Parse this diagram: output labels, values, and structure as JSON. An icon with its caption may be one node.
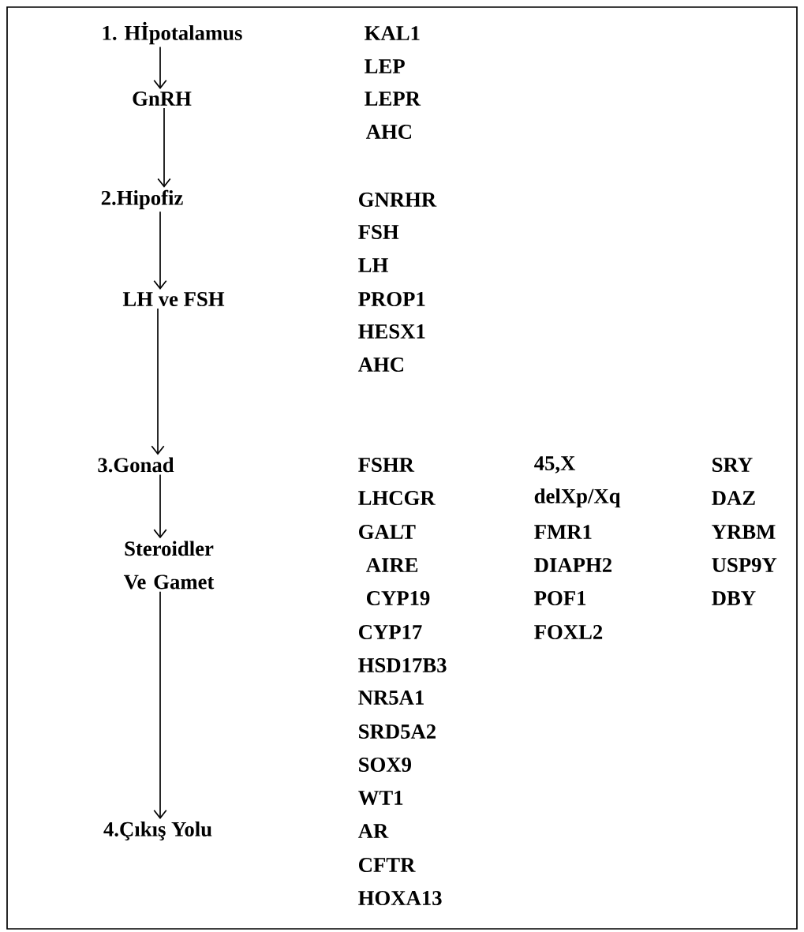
{
  "diagram": {
    "nodes": [
      {
        "text": [
          "1. Hİpotalamus"
        ]
      },
      {
        "text": [
          "GnRH"
        ]
      },
      {
        "text": [
          "2.Hipofiz"
        ]
      },
      {
        "text": [
          "LH ve FSH"
        ]
      },
      {
        "text": [
          "3.Gonad"
        ]
      },
      {
        "text": [
          "Steroidler Ve Gamet"
        ]
      },
      {
        "text": [
          "4.Çıkış Yolu"
        ]
      }
    ],
    "edges": [
      {
        "from": 0,
        "to": 1,
        "arrow": "to"
      },
      {
        "from": 1,
        "to": 2,
        "arrow": "to"
      },
      {
        "from": 2,
        "to": 3,
        "arrow": "to"
      },
      {
        "from": 3,
        "to": 4,
        "arrow": "to"
      },
      {
        "from": 4,
        "to": 5,
        "arrow": "to"
      },
      {
        "from": 5,
        "to": 6,
        "arrow": "to"
      }
    ],
    "labels": [
      "KAL1",
      "LEP",
      "LEPR",
      "AHC",
      "GNRHR",
      "FSH",
      "LH",
      "PROP1",
      "HESX1",
      "AHC",
      "FSHR",
      "45,X",
      "SRY",
      "LHCGR",
      "delXp/Xq",
      "DAZ",
      "GALT",
      "FMR1",
      "YRBM",
      "AIRE",
      "DIAPH2",
      "USP9Y",
      "CYP19",
      "POF1",
      "DBY",
      "CYP17",
      "FOXL2",
      "HSD17B3",
      "NR5A1",
      "SRD5A2",
      "SOX9",
      "WT1",
      "AR",
      "CFTR",
      "HOXA13"
    ]
  }
}
